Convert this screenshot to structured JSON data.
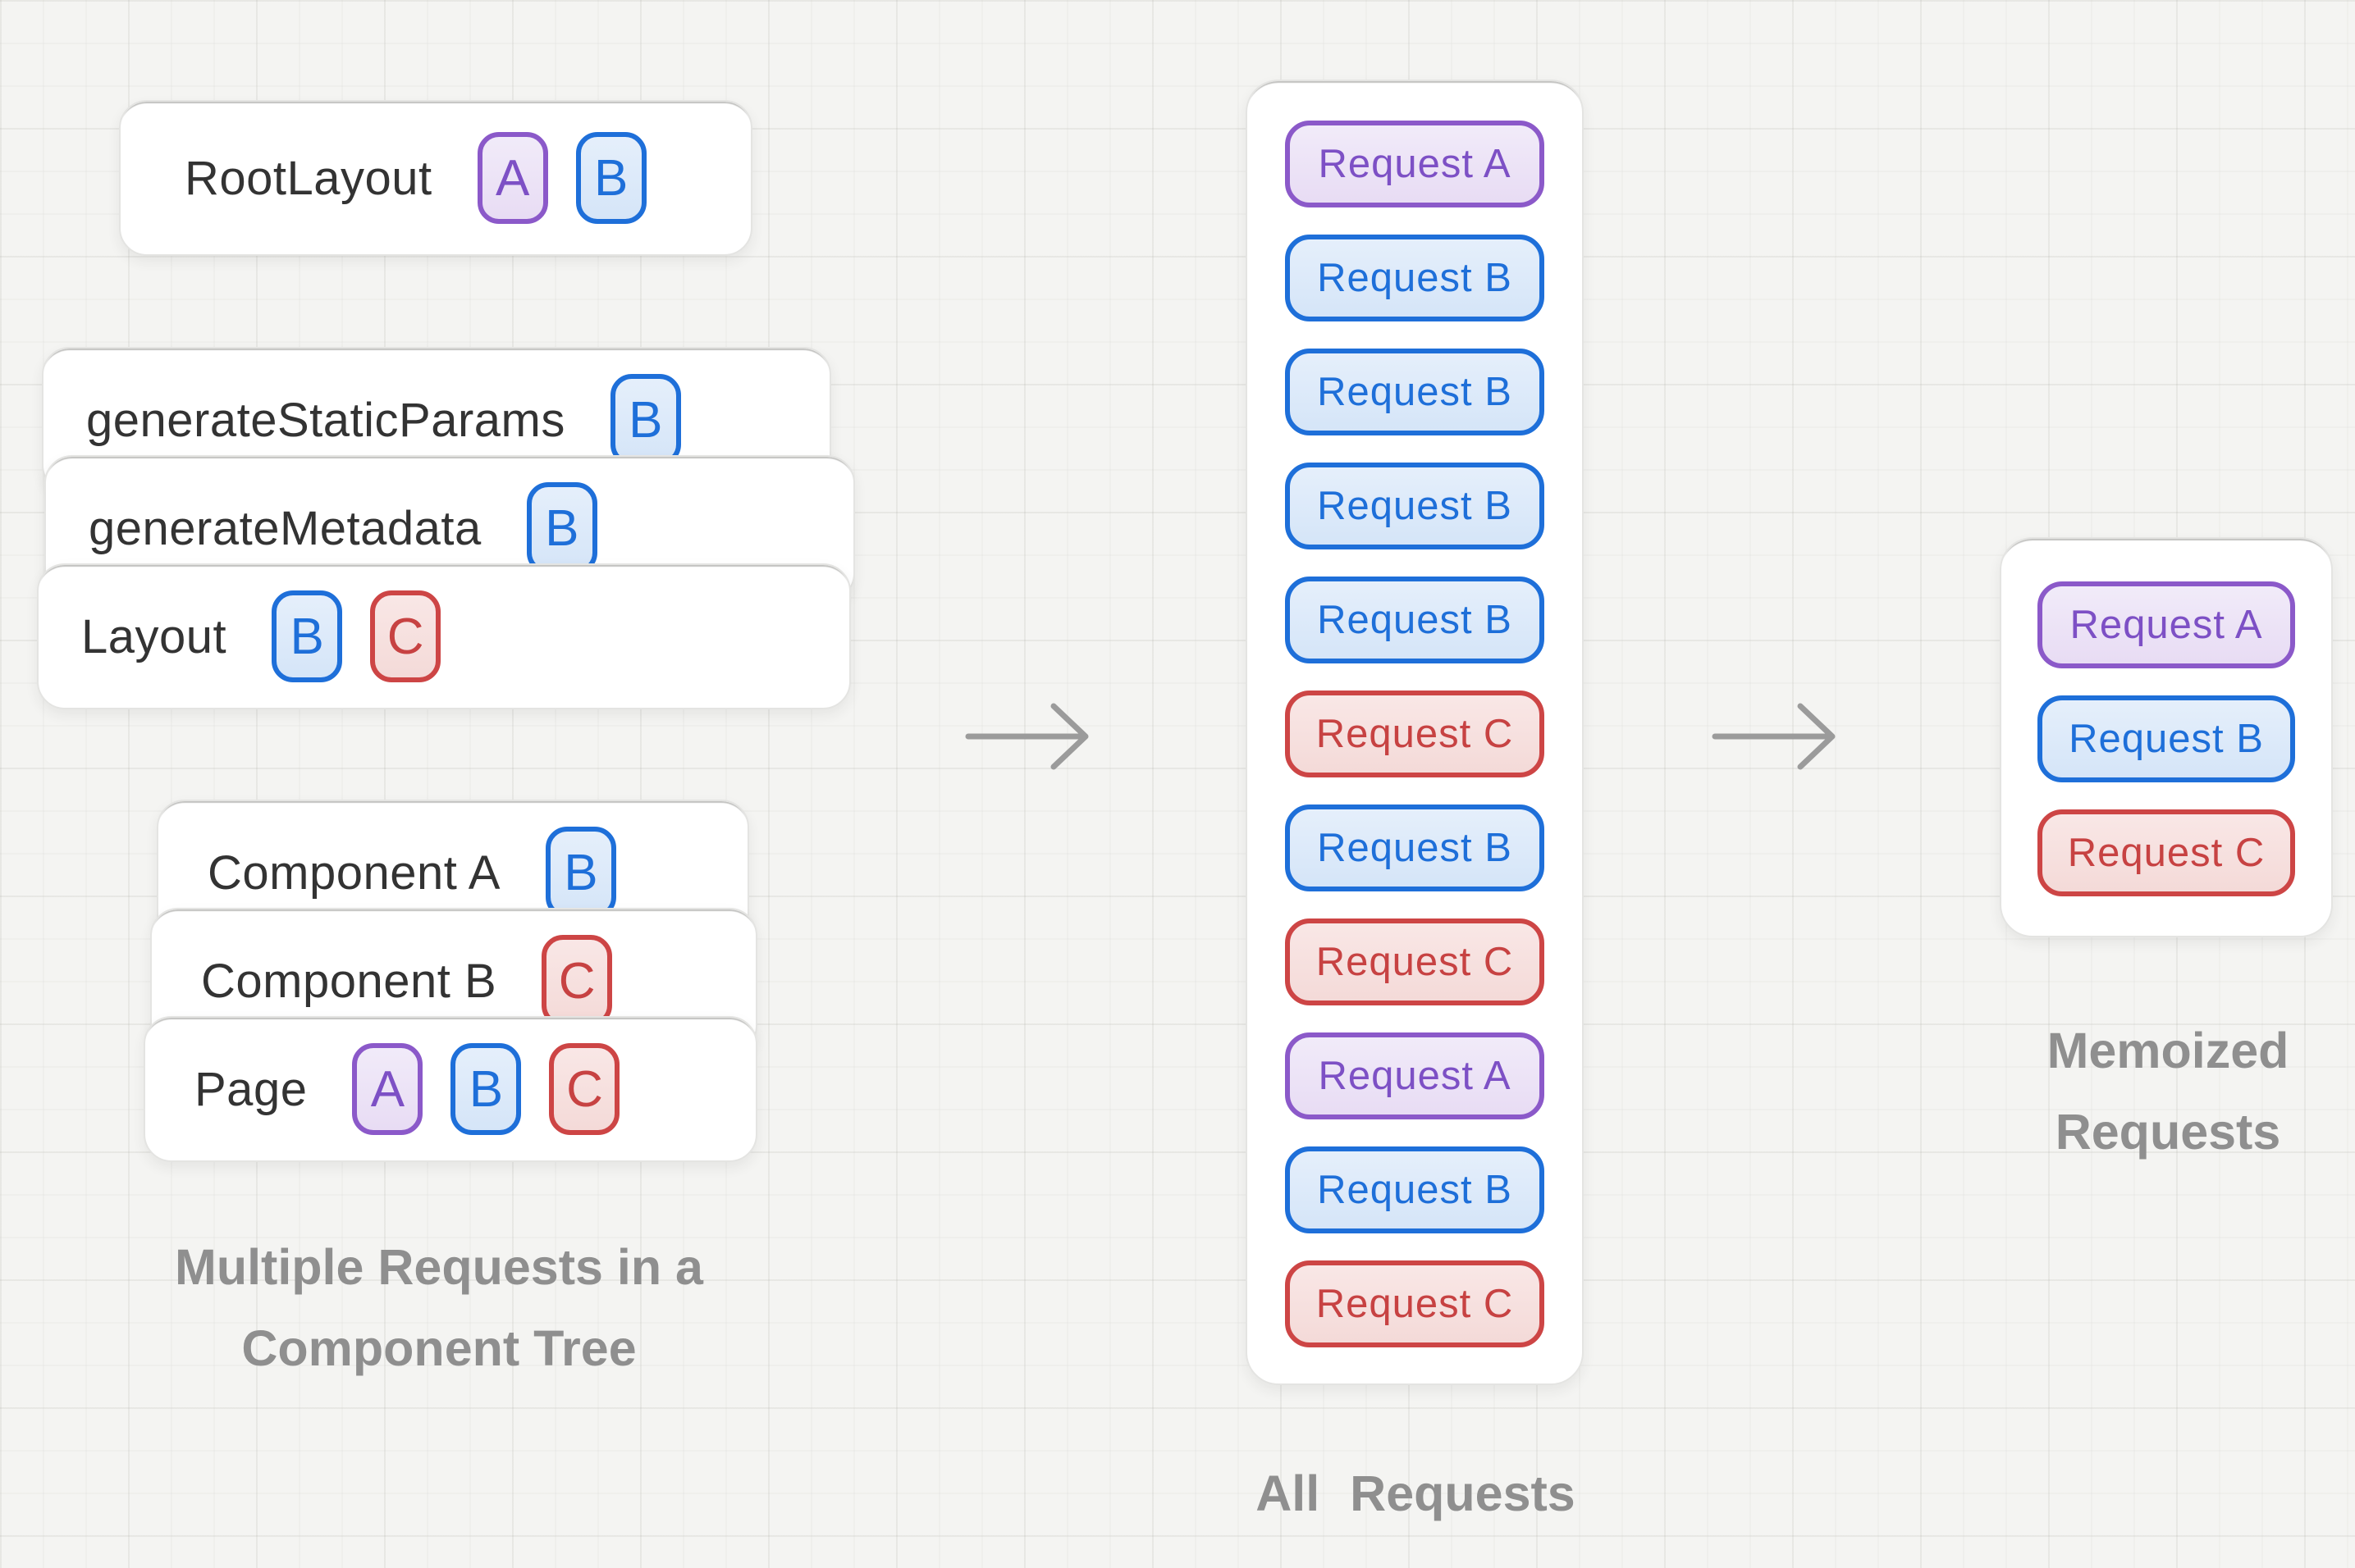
{
  "colors": {
    "purple_border": "#8b59c9",
    "purple_text": "#7d50c5",
    "blue_accent": "#1e6fd9",
    "red_border": "#cd4545",
    "red_text": "#c74242",
    "title_text": "#333333",
    "caption_gray": "#8f8f8f",
    "arrow_gray": "#9b9b9b"
  },
  "left": {
    "root_card": {
      "title": "RootLayout",
      "badges": [
        {
          "letter": "A",
          "variant": "purple"
        },
        {
          "letter": "B",
          "variant": "blue"
        }
      ]
    },
    "function_stack": [
      {
        "title": "generateStaticParams",
        "badges": [
          {
            "letter": "B",
            "variant": "blue"
          }
        ]
      },
      {
        "title": "generateMetadata",
        "badges": [
          {
            "letter": "B",
            "variant": "blue"
          }
        ]
      },
      {
        "title": "Layout",
        "badges": [
          {
            "letter": "B",
            "variant": "blue"
          },
          {
            "letter": "C",
            "variant": "red"
          }
        ]
      }
    ],
    "component_stack": [
      {
        "title": "Component A",
        "badges": [
          {
            "letter": "B",
            "variant": "blue"
          }
        ]
      },
      {
        "title": "Component B",
        "badges": [
          {
            "letter": "C",
            "variant": "red"
          }
        ]
      },
      {
        "title": "Page",
        "badges": [
          {
            "letter": "A",
            "variant": "purple"
          },
          {
            "letter": "B",
            "variant": "blue"
          },
          {
            "letter": "C",
            "variant": "red"
          }
        ]
      }
    ],
    "caption": [
      "Multiple Requests in a",
      "Component Tree"
    ]
  },
  "middle": {
    "requests": [
      {
        "label": "Request A",
        "variant": "purple"
      },
      {
        "label": "Request B",
        "variant": "blue"
      },
      {
        "label": "Request B",
        "variant": "blue"
      },
      {
        "label": "Request B",
        "variant": "blue"
      },
      {
        "label": "Request B",
        "variant": "blue"
      },
      {
        "label": "Request C",
        "variant": "red"
      },
      {
        "label": "Request B",
        "variant": "blue"
      },
      {
        "label": "Request C",
        "variant": "red"
      },
      {
        "label": "Request A",
        "variant": "purple"
      },
      {
        "label": "Request B",
        "variant": "blue"
      },
      {
        "label": "Request C",
        "variant": "red"
      }
    ],
    "caption": "All Requests"
  },
  "right": {
    "requests": [
      {
        "label": "Request A",
        "variant": "purple"
      },
      {
        "label": "Request B",
        "variant": "blue"
      },
      {
        "label": "Request C",
        "variant": "red"
      }
    ],
    "caption": [
      "Memoized",
      "Requests"
    ]
  }
}
